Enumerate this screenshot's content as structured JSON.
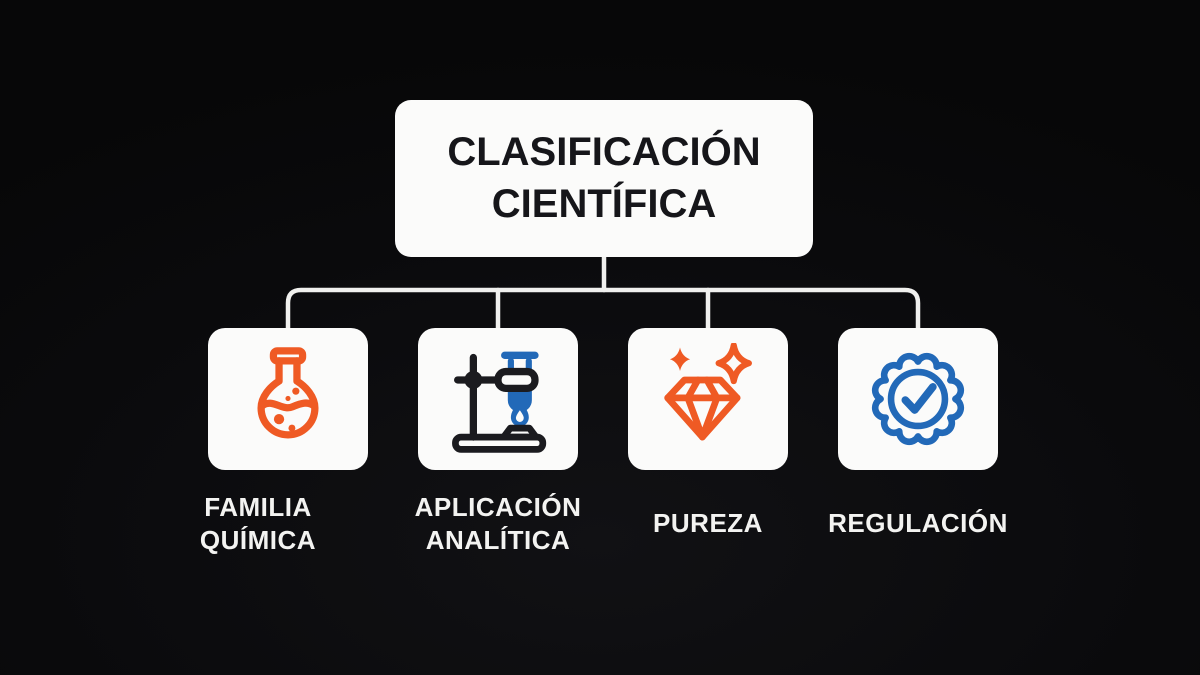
{
  "title": "CLASIFICACIÓN CIENTÍFICA",
  "diagram": {
    "type": "tree",
    "root": "CLASIFICACIÓN CIENTÍFICA",
    "children": [
      "FAMILIA QUÍMICA",
      "APLICACIÓN ANALÍTICA",
      "PUREZA",
      "REGULACIÓN"
    ]
  },
  "categories": [
    {
      "label": "FAMILIA QUÍMICA",
      "icon": "flask-icon",
      "icon_color": "#EF5A24"
    },
    {
      "label": "APLICACIÓN ANALÍTICA",
      "icon": "lab-stand-icon",
      "icon_color": "#1b1b1f / #2269B8"
    },
    {
      "label": "PUREZA",
      "icon": "gem-icon",
      "icon_color": "#EF5A24"
    },
    {
      "label": "REGULACIÓN",
      "icon": "badge-check-icon",
      "icon_color": "#2269B8"
    }
  ],
  "colors": {
    "background": "#0a0a0c",
    "card_background": "#fbfbfa",
    "title_text": "#16161a",
    "label_text": "#f3f3f1",
    "connector": "#f0f0ee",
    "orange_accent": "#EF5A24",
    "blue_accent": "#2269B8",
    "black_icon": "#1b1b1f"
  }
}
